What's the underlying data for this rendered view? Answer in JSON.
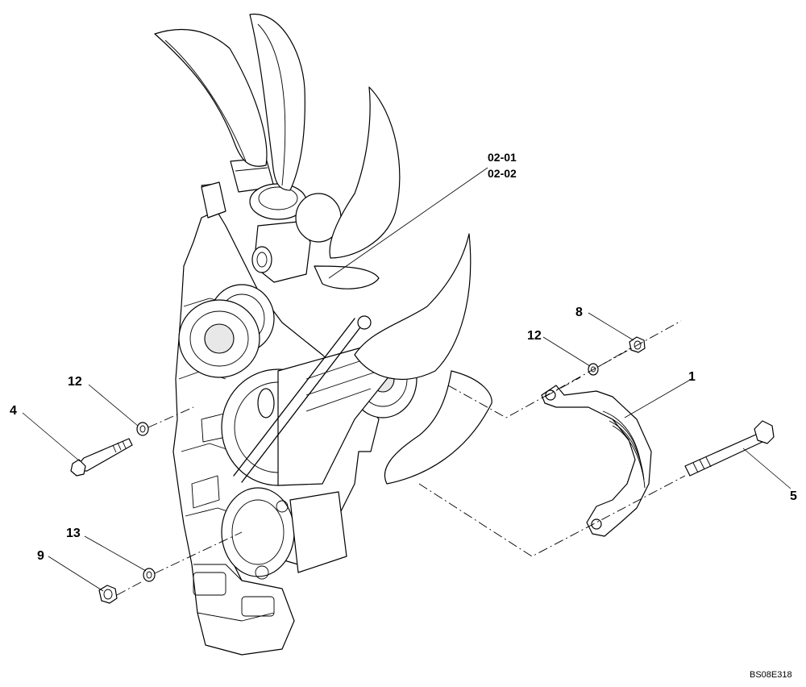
{
  "diagram": {
    "callouts": {
      "c1": "1",
      "c4": "4",
      "c5": "5",
      "c8": "8",
      "c9": "9",
      "c12a": "12",
      "c12b": "12",
      "c13": "13"
    },
    "reference": {
      "line1": "02-01",
      "line2": "02-02"
    },
    "drawing_code": "BS08E318"
  }
}
